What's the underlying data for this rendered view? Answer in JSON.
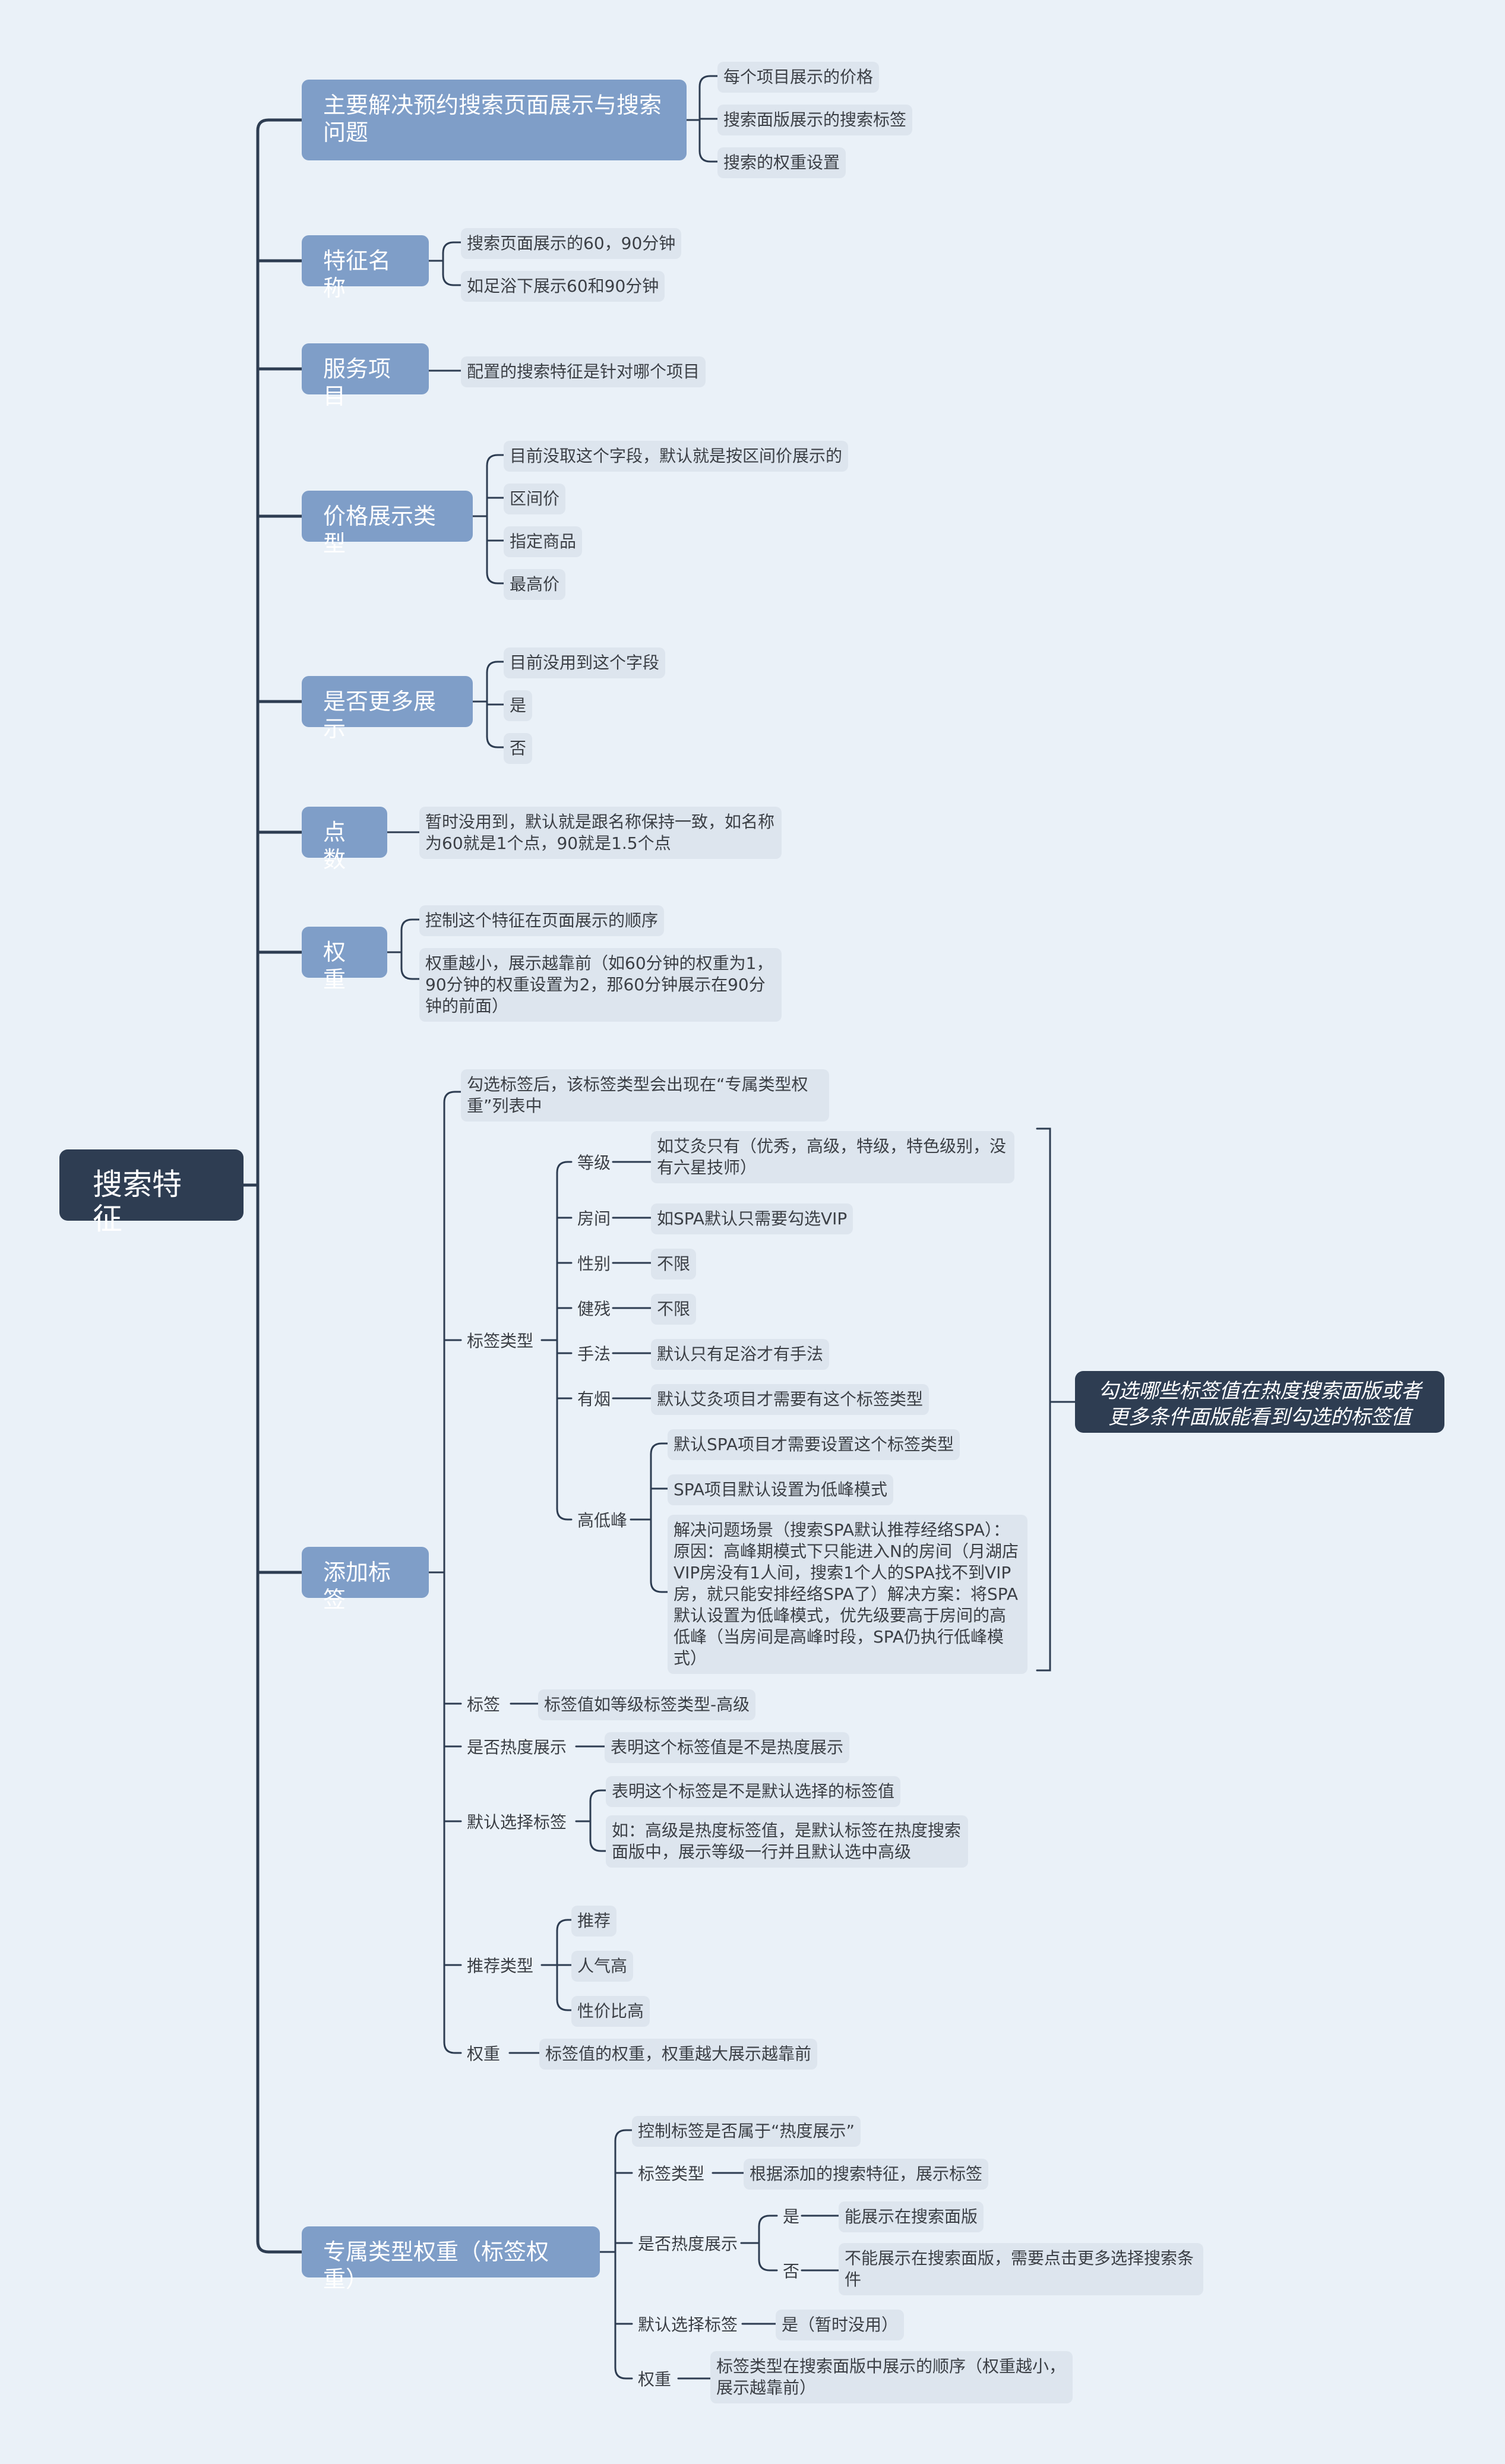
{
  "colors": {
    "background": "#eaf1f8",
    "root": "#2e3d52",
    "branch": "#7f9ec8",
    "leaf": "#dde5ee",
    "line": "#2e3d52"
  },
  "root": "搜索特征",
  "summary": "勾选哪些标签值在热度搜索面版或者更多条件面版能看到勾选的标签值",
  "branches": [
    {
      "label": "主要解决预约搜索页面展示与搜索问题",
      "children": [
        "每个项目展示的价格",
        "搜索面版展示的搜索标签",
        "搜索的权重设置"
      ]
    },
    {
      "label": "特征名称",
      "children": [
        "搜索页面展示的60，90分钟",
        "如足浴下展示60和90分钟"
      ]
    },
    {
      "label": "服务项目",
      "children": [
        "配置的搜索特征是针对哪个项目"
      ]
    },
    {
      "label": "价格展示类型",
      "children": [
        "目前没取这个字段，默认就是按区间价展示的",
        "区间价",
        "指定商品",
        "最高价"
      ]
    },
    {
      "label": "是否更多展示",
      "children": [
        "目前没用到这个字段",
        "是",
        "否"
      ]
    },
    {
      "label": "点数",
      "children": [
        "暂时没用到，默认就是跟名称保持一致，如名称为60就是1个点，90就是1.5个点"
      ]
    },
    {
      "label": "权重",
      "children": [
        "控制这个特征在页面展示的顺序",
        "权重越小，展示越靠前（如60分钟的权重为1，90分钟的权重设置为2，那60分钟展示在90分钟的前面）"
      ]
    },
    {
      "label": "添加标签",
      "children": [
        {
          "label": "勾选标签后，该标签类型会出现在“专属类型权重”列表中"
        },
        {
          "label": "标签类型",
          "children": [
            {
              "label": "等级",
              "children": [
                "如艾灸只有（优秀，高级，特级，特色级别，没有六星技师）"
              ]
            },
            {
              "label": "房间",
              "children": [
                "如SPA默认只需要勾选VIP"
              ]
            },
            {
              "label": "性别",
              "children": [
                "不限"
              ]
            },
            {
              "label": "健残",
              "children": [
                "不限"
              ]
            },
            {
              "label": "手法",
              "children": [
                "默认只有足浴才有手法"
              ]
            },
            {
              "label": "有烟",
              "children": [
                "默认艾灸项目才需要有这个标签类型"
              ]
            },
            {
              "label": "高低峰",
              "children": [
                "默认SPA项目才需要设置这个标签类型",
                "SPA项目默认设置为低峰模式",
                "解决问题场景（搜索SPA默认推荐经络SPA）：原因：高峰期模式下只能进入N的房间（月湖店VIP房没有1人间，搜索1个人的SPA找不到VIP房，就只能安排经络SPA了）解决方案：将SPA默认设置为低峰模式，优先级要高于房间的高低峰（当房间是高峰时段，SPA仍执行低峰模式）"
              ]
            }
          ]
        },
        {
          "label": "标签",
          "children": [
            "标签值如等级标签类型-高级"
          ]
        },
        {
          "label": "是否热度展示",
          "children": [
            "表明这个标签值是不是热度展示"
          ]
        },
        {
          "label": "默认选择标签",
          "children": [
            "表明这个标签是不是默认选择的标签值",
            "如：高级是热度标签值，是默认标签在热度搜索面版中，展示等级一行并且默认选中高级"
          ]
        },
        {
          "label": "推荐类型",
          "children": [
            "推荐",
            "人气高",
            "性价比高"
          ]
        },
        {
          "label": "权重",
          "children": [
            "标签值的权重，权重越大展示越靠前"
          ]
        }
      ]
    },
    {
      "label": "专属类型权重（标签权重）",
      "children": [
        {
          "label": "控制标签是否属于“热度展示”"
        },
        {
          "label": "标签类型",
          "children": [
            "根据添加的搜索特征，展示标签"
          ]
        },
        {
          "label": "是否热度展示",
          "children": [
            {
              "label": "是",
              "children": [
                "能展示在搜索面版"
              ]
            },
            {
              "label": "否",
              "children": [
                "不能展示在搜索面版，需要点击更多选择搜索条件"
              ]
            }
          ]
        },
        {
          "label": "默认选择标签",
          "children": [
            "是（暂时没用）"
          ]
        },
        {
          "label": "权重",
          "children": [
            "标签类型在搜索面版中展示的顺序（权重越小，展示越靠前）"
          ]
        }
      ]
    }
  ]
}
